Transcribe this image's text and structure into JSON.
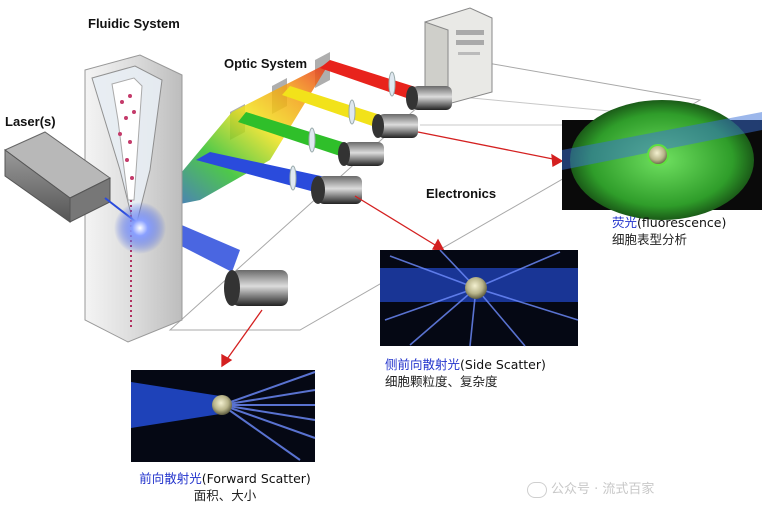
{
  "labels": {
    "fluidic_system": "Fluidic System",
    "optic_system": "Optic System",
    "lasers": "Laser(s)",
    "electronics": "Electronics"
  },
  "captions": {
    "fluorescence": {
      "zh": "荧光",
      "en": "(fluorescence)",
      "sub": "细胞表型分析"
    },
    "side_scatter": {
      "zh": "侧前向散射光",
      "en": "(Side Scatter)",
      "sub": "细胞颗粒度、复杂度"
    },
    "forward_scatter": {
      "zh": "前向散射光",
      "en": "(Forward Scatter)",
      "sub": "面积、大小"
    }
  },
  "watermark": "公众号 · 流式百家",
  "colors": {
    "beam_red": "#e8231c",
    "beam_yellow": "#f2e21a",
    "beam_green": "#2fbf2a",
    "beam_blue": "#2a4bdc",
    "caption_accent": "#2233cc",
    "arrow": "#d42020"
  }
}
